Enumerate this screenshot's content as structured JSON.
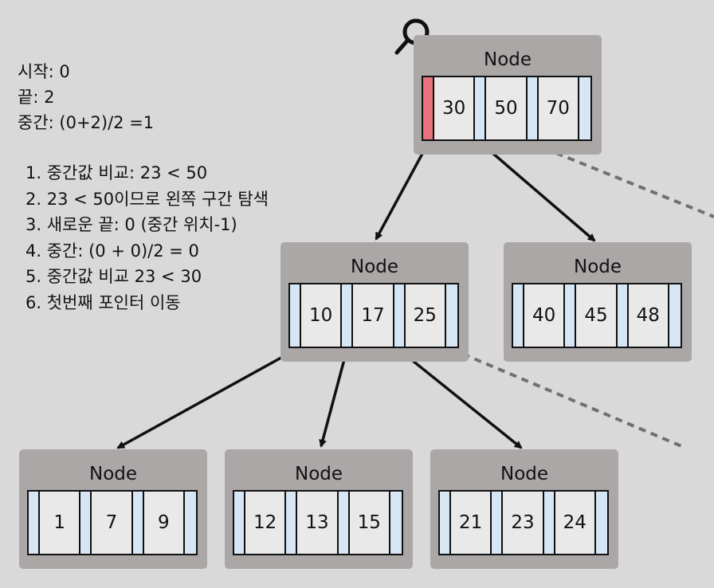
{
  "info_lines": [
    "시작: 0",
    "끝: 2",
    "중간: (0+2)/2 =1"
  ],
  "steps": [
    "1. 중간값 비교: 23 < 50",
    "2. 23 < 50이므로 왼쪽 구간 탐색",
    "3. 새로운 끝: 0 (중간 위치-1)",
    "4. 중간: (0 + 0)/2 = 0",
    "5. 중간값 비교 23 < 30",
    "6. 첫번째 포인터 이동"
  ],
  "nodes": {
    "root": {
      "title": "Node",
      "keys": [
        "30",
        "50",
        "70"
      ],
      "active_pointer": 0
    },
    "mid_left": {
      "title": "Node",
      "keys": [
        "10",
        "17",
        "25"
      ]
    },
    "mid_right": {
      "title": "Node",
      "keys": [
        "40",
        "45",
        "48"
      ]
    },
    "leaf_1": {
      "title": "Node",
      "keys": [
        "1",
        "7",
        "9"
      ]
    },
    "leaf_2": {
      "title": "Node",
      "keys": [
        "12",
        "13",
        "15"
      ]
    },
    "leaf_3": {
      "title": "Node",
      "keys": [
        "21",
        "23",
        "24"
      ]
    }
  },
  "colors": {
    "background": "#d9d9d9",
    "node_fill": "#aca7a7",
    "pointer_fill": "#d6e6f5",
    "active_pointer_fill": "#e8717a",
    "dashed_line": "#707070"
  },
  "icons": [
    "magnifier-icon"
  ]
}
